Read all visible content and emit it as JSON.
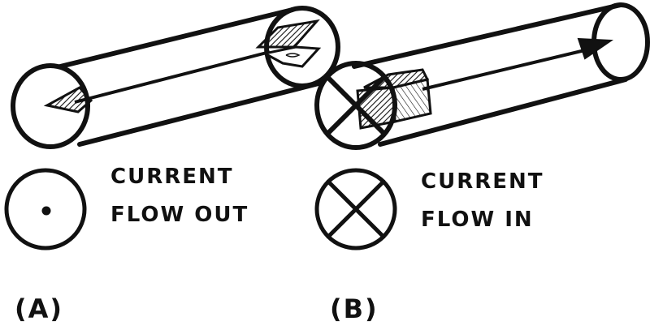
{
  "panel_a": {
    "label_line1": "CURRENT",
    "label_line2": "FLOW OUT",
    "tag": "(A)",
    "symbol": "dot-icon"
  },
  "panel_b": {
    "label_line1": "CURRENT",
    "label_line2": "FLOW IN",
    "tag": "(B)",
    "symbol": "cross-icon"
  },
  "colors": {
    "ink": "#111111",
    "background": "#ffffff"
  }
}
